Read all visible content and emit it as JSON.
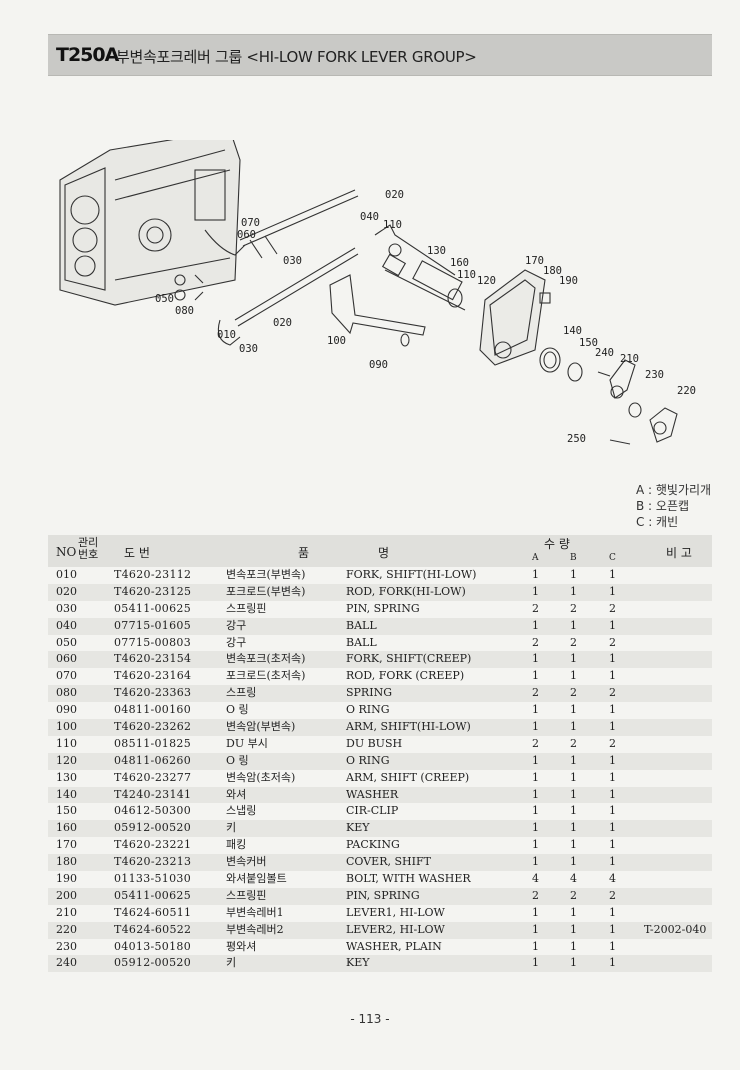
{
  "header": {
    "model": "T250A",
    "title": "부변속포크레버 그룹 <HI-LOW FORK LEVER GROUP>"
  },
  "diagram": {
    "callouts": [
      "020",
      "040",
      "070",
      "060",
      "110",
      "030",
      "130",
      "160",
      "170",
      "180",
      "110",
      "120",
      "190",
      "050",
      "080",
      "020",
      "010",
      "100",
      "030",
      "090",
      "140",
      "150",
      "240",
      "210",
      "230",
      "220",
      "250"
    ]
  },
  "legend": {
    "a": "A : 햇빛가리개",
    "b": "B : 오픈캡",
    "c": "C : 캐빈"
  },
  "table": {
    "headers": {
      "no": "NO",
      "mgmt": "관리\n번호",
      "part_no": "도 번",
      "name_a": "품",
      "name_b": "명",
      "qty": "수 량",
      "qa": "A",
      "qb": "B",
      "qc": "C",
      "remark": "비 고"
    },
    "rows": [
      {
        "no": "010",
        "part_no": "T4620-23112",
        "kr": "변속포크(부변속)",
        "en": "FORK, SHIFT(HI-LOW)",
        "a": "1",
        "b": "1",
        "c": "1",
        "remark": ""
      },
      {
        "no": "020",
        "part_no": "T4620-23125",
        "kr": "포크로드(부변속)",
        "en": "ROD, FORK(HI-LOW)",
        "a": "1",
        "b": "1",
        "c": "1",
        "remark": ""
      },
      {
        "no": "030",
        "part_no": "05411-00625",
        "kr": "스프링핀",
        "en": "PIN, SPRING",
        "a": "2",
        "b": "2",
        "c": "2",
        "remark": ""
      },
      {
        "no": "040",
        "part_no": "07715-01605",
        "kr": "강구",
        "en": "BALL",
        "a": "1",
        "b": "1",
        "c": "1",
        "remark": ""
      },
      {
        "no": "050",
        "part_no": "07715-00803",
        "kr": "강구",
        "en": "BALL",
        "a": "2",
        "b": "2",
        "c": "2",
        "remark": ""
      },
      {
        "no": "060",
        "part_no": "T4620-23154",
        "kr": "변속포크(초저속)",
        "en": "FORK, SHIFT(CREEP)",
        "a": "1",
        "b": "1",
        "c": "1",
        "remark": ""
      },
      {
        "no": "070",
        "part_no": "T4620-23164",
        "kr": "포크로드(초저속)",
        "en": "ROD, FORK (CREEP)",
        "a": "1",
        "b": "1",
        "c": "1",
        "remark": ""
      },
      {
        "no": "080",
        "part_no": "T4620-23363",
        "kr": "스프링",
        "en": "SPRING",
        "a": "2",
        "b": "2",
        "c": "2",
        "remark": ""
      },
      {
        "no": "090",
        "part_no": "04811-00160",
        "kr": "O 링",
        "en": "O RING",
        "a": "1",
        "b": "1",
        "c": "1",
        "remark": ""
      },
      {
        "no": "100",
        "part_no": "T4620-23262",
        "kr": "변속암(부변속)",
        "en": "ARM, SHIFT(HI-LOW)",
        "a": "1",
        "b": "1",
        "c": "1",
        "remark": ""
      },
      {
        "no": "110",
        "part_no": "08511-01825",
        "kr": "DU 부시",
        "en": "DU BUSH",
        "a": "2",
        "b": "2",
        "c": "2",
        "remark": ""
      },
      {
        "no": "120",
        "part_no": "04811-06260",
        "kr": "O 링",
        "en": "O RING",
        "a": "1",
        "b": "1",
        "c": "1",
        "remark": ""
      },
      {
        "no": "130",
        "part_no": "T4620-23277",
        "kr": "변속암(초저속)",
        "en": "ARM, SHIFT (CREEP)",
        "a": "1",
        "b": "1",
        "c": "1",
        "remark": ""
      },
      {
        "no": "140",
        "part_no": "T4240-23141",
        "kr": "와셔",
        "en": "WASHER",
        "a": "1",
        "b": "1",
        "c": "1",
        "remark": ""
      },
      {
        "no": "150",
        "part_no": "04612-50300",
        "kr": "스냅링",
        "en": "CIR-CLIP",
        "a": "1",
        "b": "1",
        "c": "1",
        "remark": ""
      },
      {
        "no": "160",
        "part_no": "05912-00520",
        "kr": "키",
        "en": "KEY",
        "a": "1",
        "b": "1",
        "c": "1",
        "remark": ""
      },
      {
        "no": "170",
        "part_no": "T4620-23221",
        "kr": "패킹",
        "en": "PACKING",
        "a": "1",
        "b": "1",
        "c": "1",
        "remark": ""
      },
      {
        "no": "180",
        "part_no": "T4620-23213",
        "kr": "변속커버",
        "en": "COVER, SHIFT",
        "a": "1",
        "b": "1",
        "c": "1",
        "remark": ""
      },
      {
        "no": "190",
        "part_no": "01133-51030",
        "kr": "와셔붙임볼트",
        "en": "BOLT, WITH WASHER",
        "a": "4",
        "b": "4",
        "c": "4",
        "remark": ""
      },
      {
        "no": "200",
        "part_no": "05411-00625",
        "kr": "스프링핀",
        "en": "PIN, SPRING",
        "a": "2",
        "b": "2",
        "c": "2",
        "remark": ""
      },
      {
        "no": "210",
        "part_no": "T4624-60511",
        "kr": "부변속레버1",
        "en": "LEVER1, HI-LOW",
        "a": "1",
        "b": "1",
        "c": "1",
        "remark": ""
      },
      {
        "no": "220",
        "part_no": "T4624-60522",
        "kr": "부변속레버2",
        "en": "LEVER2, HI-LOW",
        "a": "1",
        "b": "1",
        "c": "1",
        "remark": "T-2002-040"
      },
      {
        "no": "230",
        "part_no": "04013-50180",
        "kr": "평와셔",
        "en": "WASHER, PLAIN",
        "a": "1",
        "b": "1",
        "c": "1",
        "remark": ""
      },
      {
        "no": "240",
        "part_no": "05912-00520",
        "kr": "키",
        "en": "KEY",
        "a": "1",
        "b": "1",
        "c": "1",
        "remark": ""
      }
    ]
  },
  "footer": {
    "page": "- 113 -"
  }
}
